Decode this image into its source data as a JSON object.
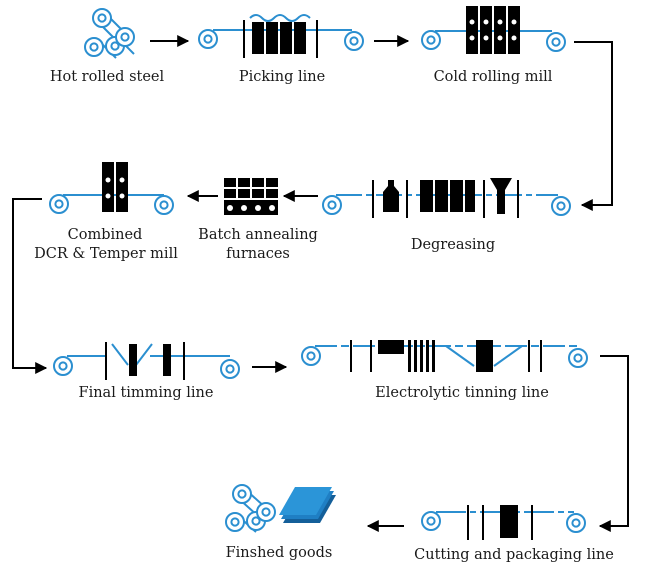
{
  "labels": {
    "hot_rolled_steel": "Hot rolled steel",
    "picking_line": "Picking line",
    "cold_rolling_mill": "Cold rolling mill",
    "combined_line1": "Combined",
    "combined_line2": "DCR & Temper mill",
    "batch_line1": "Batch annealing",
    "batch_line2": "furnaces",
    "degreasing": "Degreasing",
    "final_timming_line": "Final timming line",
    "electrolytic_tinning_line": "Electrolytic tinning line",
    "finished_goods": "Finshed goods",
    "cutting_packaging_line": "Cutting and packaging line"
  },
  "colors": {
    "strip": "#2b8fd0",
    "machine": "#000000",
    "arrow": "#000000",
    "product": "#1f7fc4"
  }
}
